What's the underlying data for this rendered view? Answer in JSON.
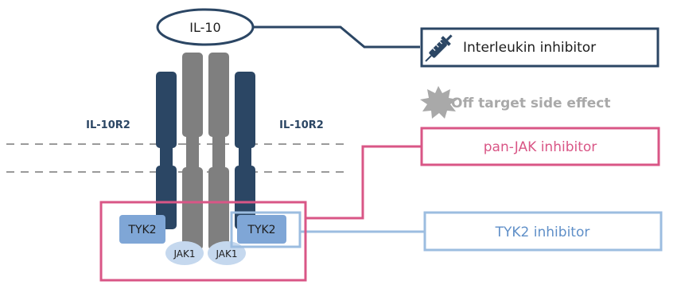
{
  "ligand": {
    "label": "IL-10"
  },
  "receptors": {
    "left_label": "IL-10R2",
    "right_label": "IL-10R2"
  },
  "kinases": {
    "tyk2_left": "TYK2",
    "tyk2_right": "TYK2",
    "jak1_left": "JAK1",
    "jak1_right": "JAK1"
  },
  "callouts": {
    "interleukin": "Interleukin inhibitor",
    "off_target": "Off target side effect",
    "pan_jak": "pan-JAK inhibitor",
    "tyk2": "TYK2 inhibitor"
  },
  "colors": {
    "navy": "#2b4664",
    "grey": "#7f7f7f",
    "pink": "#d95686",
    "light_blue": "#9cbde0",
    "tyk2_fill": "#7fa6d6",
    "jak_fill": "#c5d8ee",
    "off_target_grey": "#a9a9a9",
    "dashed": "#9a9a9a"
  },
  "icons": {
    "interleukin": "syringe-icon",
    "off_target": "starburst-icon"
  }
}
